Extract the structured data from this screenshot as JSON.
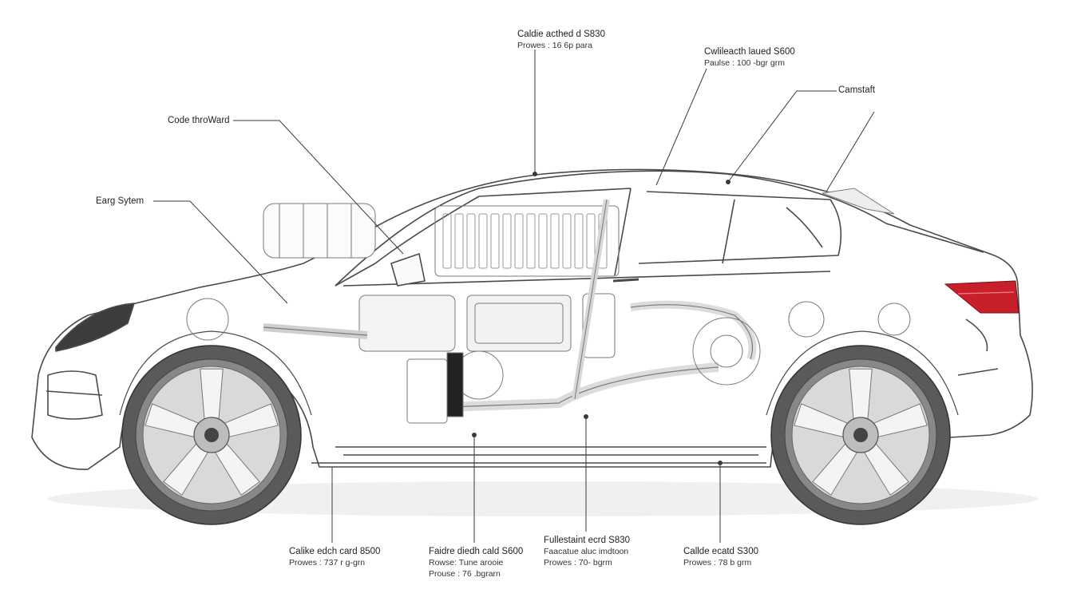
{
  "diagram": {
    "callouts": [
      {
        "id": "top-center",
        "lines": [
          "Caldie acthed d S830",
          "Prowes : 16 6p para"
        ]
      },
      {
        "id": "top-right",
        "lines": [
          "Cwlileacth laued S600",
          "Paulse : 100 -bgr grm"
        ]
      },
      {
        "id": "camshaft",
        "lines": [
          "Camstaft"
        ]
      },
      {
        "id": "code-throward",
        "lines": [
          "Code throWard"
        ]
      },
      {
        "id": "earg-system",
        "lines": [
          "Earg Sytem"
        ]
      },
      {
        "id": "bottom-1",
        "lines": [
          "Calike edch card 8500",
          "Prowes : 737 r g-grn"
        ]
      },
      {
        "id": "bottom-2",
        "lines": [
          "Faidre diedh cald S600",
          "Rowse: Tune arooie",
          "Prouse : 76 .bgrarn"
        ]
      },
      {
        "id": "bottom-3",
        "lines": [
          "Fullestaint ecrd S830",
          "Faacatue aluc imdtoon",
          "Prowes : 70- bgrm"
        ]
      },
      {
        "id": "bottom-4",
        "lines": [
          "Callde ecatd S300",
          "Prowes : 78 b grm"
        ]
      }
    ]
  },
  "colors": {
    "line": "#4a4a4a",
    "tire": "#5a5a5a",
    "rim": "#d9d9d9",
    "taillight": "#c8202a",
    "ground": "#eeeeee"
  }
}
